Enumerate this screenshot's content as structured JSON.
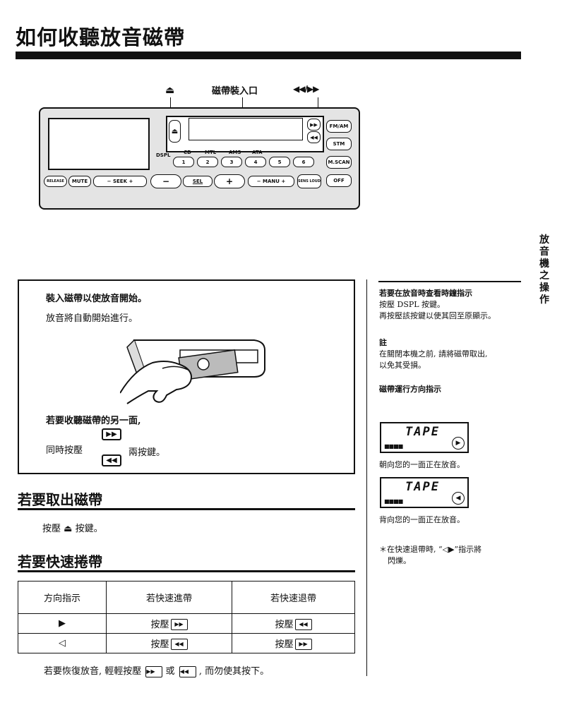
{
  "page": {
    "title": "如何收聽放音磁帶",
    "side_tab": "放音機之操作"
  },
  "diagram": {
    "eject_symbol": "⏏",
    "slot_label": "磁帶裝入口",
    "ffrew_symbol": "◀◀/▶▶",
    "buttons": {
      "fm_am": "FM/AM",
      "stm": "STM",
      "mscan": "M.SCAN",
      "off": "OFF",
      "dspl": "DSPL",
      "release": "RELEASE",
      "mute": "MUTE",
      "seek": "− SEEK +",
      "sel": "SEL",
      "manu": "− MANU +",
      "sens": "SENS LOUD",
      "minus": "−",
      "plus": "+",
      "ff": "▶▶",
      "rew": "◀◀"
    },
    "presets": [
      "1",
      "2",
      "3",
      "4",
      "5",
      "6"
    ],
    "preset_tags": [
      "CD",
      "MTL",
      "AMS",
      "ATA"
    ]
  },
  "box": {
    "line1": "裝入磁帶以使放音開始。",
    "line2": "放音將自動開始進行。",
    "line3": "若要收聽磁帶的另一面,",
    "line4a": "同時按壓",
    "line4b": "兩按鍵。",
    "ff_btn": "▶▶",
    "rew_btn": "◀◀"
  },
  "eject": {
    "heading": "若要取出磁帶",
    "text_a": "按壓",
    "text_sym": "⏏",
    "text_b": "按鍵。"
  },
  "fast": {
    "heading": "若要快速捲帶",
    "table": {
      "headers": [
        "方向指示",
        "若快速進帶",
        "若快速退帶"
      ],
      "rows": [
        {
          "dir": "▶",
          "fwd_label": "按壓",
          "fwd_btn": "▶▶",
          "rev_label": "按壓",
          "rev_btn": "◀◀"
        },
        {
          "dir": "◁",
          "fwd_label": "按壓",
          "fwd_btn": "◀◀",
          "rev_label": "按壓",
          "rev_btn": "▶▶"
        }
      ]
    },
    "resume_a": "若要恢復放音, 輕輕按壓",
    "resume_ff": "▶▶",
    "resume_or": "或",
    "resume_rew": "◀◀",
    "resume_b": ", 而勿使其按下。"
  },
  "right": {
    "h1": "若要在放音時查看時鐘指示",
    "p1a": "按壓 DSPL 按鍵。",
    "p1b": "再按壓該按鍵以使其回至原顯示。",
    "h2": "註",
    "p2a": "在關閉本機之前, 請將磁帶取出,",
    "p2b": "以免其受損。",
    "h3": "磁帶運行方向指示",
    "display1": {
      "text": "TAPE",
      "dots": "■■■■",
      "indicator": "▶"
    },
    "caption1": "朝向您的一面正在放音。",
    "display2": {
      "text": "TAPE",
      "dots": "■■■■",
      "indicator": "◀"
    },
    "caption2": "背向您的一面正在放音。",
    "note_a": "＊在快速退帶時, “◁▶”指示將",
    "note_b": "閃爍。"
  }
}
